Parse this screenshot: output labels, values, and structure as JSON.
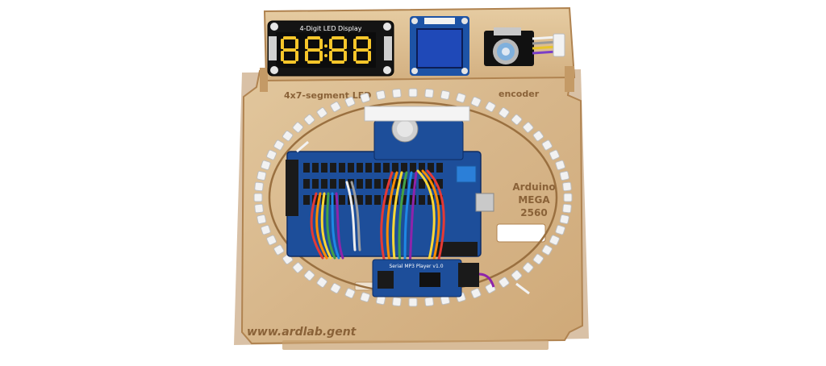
{
  "photo": {
    "display_module_label": "4-Digit LED Display",
    "display_readout": "8888",
    "engraved_top_label": "4x7-segment LED",
    "engraved_encoder_label": "encoder",
    "engraved_board_label": "Arduino MEGA 2560",
    "board_label_lines": [
      "Arduino",
      "MEGA",
      "2560"
    ],
    "engraved_website": "www.ardlab.gent",
    "mp3_module_label": "Serial MP3 Player v1.0",
    "colors": {
      "wood": "#d9b98d",
      "wood_dark": "#c49a66",
      "pcb_blue": "#1b4f9c",
      "display_black": "#141414",
      "segment_yellow": "#f7c62a",
      "oled_blue": "#1f49b8",
      "ring_white": "#f2f2f2"
    }
  }
}
